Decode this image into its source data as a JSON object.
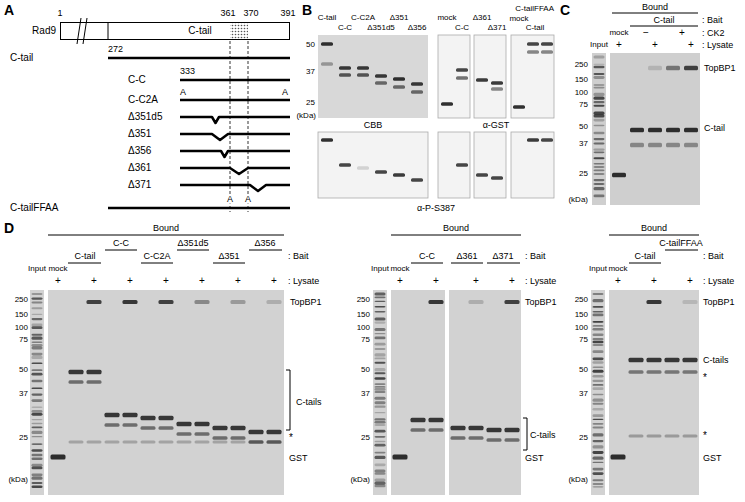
{
  "diagram": {
    "nodes": [
      {
        "text": [
          "Rad9",
          "C-tail"
        ]
      }
    ],
    "edges": [],
    "labels": [
      "A",
      "1",
      "361",
      "370",
      "391",
      "C-tail",
      "272",
      "C-C",
      "333",
      "C-C2A",
      "A",
      "A",
      "Δ351d5",
      "Δ351",
      "Δ356",
      "Δ361",
      "Δ371",
      "A",
      "A",
      "C-tailFFAA",
      "B",
      "C-tail",
      "C-C",
      "C-C2A",
      "Δ351d5",
      "Δ351",
      "Δ356",
      "50",
      "37",
      "25",
      "(kDa)",
      "CBB",
      "mock",
      "C-C",
      "Δ361",
      "Δ371",
      "α-GST",
      "mock",
      "C-tail",
      "C-tailFFAA",
      "α-P-S387",
      "C",
      "Bound",
      "C-tail",
      ": Bait",
      "mock",
      "−",
      "+",
      ": CK2",
      "Input",
      "+",
      "+",
      "+",
      ": Lysate",
      "250",
      "150",
      "100",
      "75",
      "50",
      "37",
      "25",
      "(kDa)",
      "TopBP1",
      "C-tail",
      "D",
      "Bound",
      "C-C",
      "Δ351d5",
      "Δ356",
      "C-tail",
      "C-C2A",
      "Δ351",
      ": Bait",
      "Input",
      "mock",
      "+",
      "+",
      "+",
      "+",
      "+",
      "+",
      "+",
      ": Lysate",
      "250",
      "150",
      "100",
      "75",
      "50",
      "37",
      "25",
      "(kDa)",
      "TopBP1",
      "C-tails",
      "*",
      "GST",
      "Bound",
      "C-C",
      "Δ361",
      "Δ371",
      ": Bait",
      "Input",
      "mock",
      "+",
      "+",
      "+",
      "+",
      ": Lysate",
      "250",
      "150",
      "100",
      "75",
      "50",
      "37",
      "25",
      "(kDa)",
      "TopBP1",
      "C-tails",
      "GST",
      "Bound",
      "C-tailFFAA",
      "C-tail",
      ": Bait",
      "Input",
      "mock",
      "+",
      "+",
      "+",
      ": Lysate",
      "250",
      "150",
      "100",
      "75",
      "50",
      "37",
      "25",
      "(kDa)",
      "TopBP1",
      "C-tails",
      "*",
      "*",
      "GST"
    ]
  }
}
